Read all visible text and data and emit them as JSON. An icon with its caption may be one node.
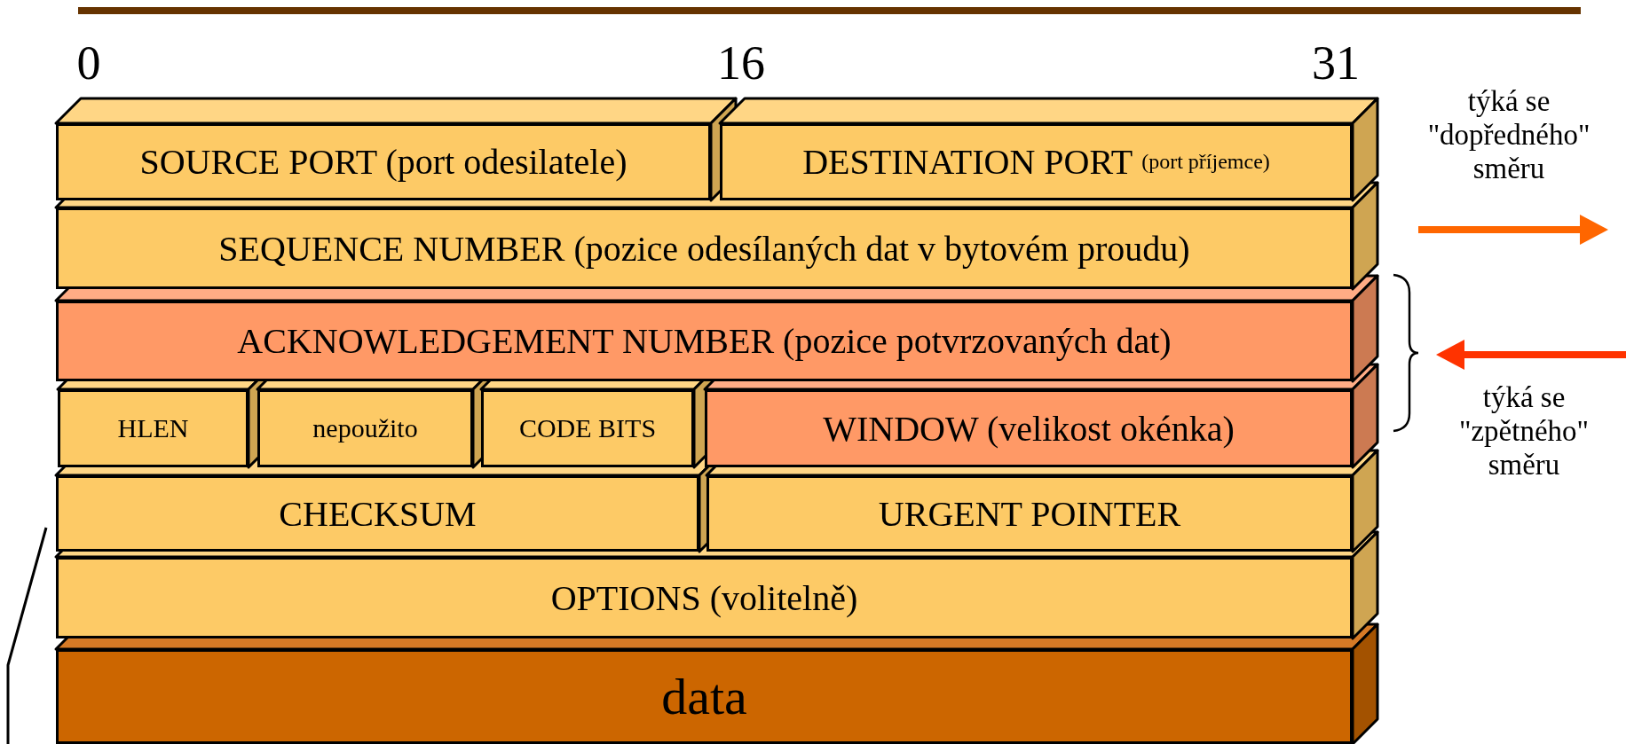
{
  "diagram": {
    "nodes": [
      {
        "text": [
          "SOURCE PORT (port odesilatele)"
        ]
      },
      {
        "text": [
          "DESTINATION PORT",
          "(port příjemce)"
        ]
      },
      {
        "text": [
          "SEQUENCE NUMBER (pozice odesílaných dat v bytovém proudu)"
        ]
      },
      {
        "text": [
          "ACKNOWLEDGEMENT NUMBER (pozice potvrzovaných dat)"
        ]
      },
      {
        "text": [
          "HLEN"
        ]
      },
      {
        "text": [
          "nepoužito"
        ]
      },
      {
        "text": [
          "CODE BITS"
        ]
      },
      {
        "text": [
          "WINDOW (velikost okénka)"
        ]
      },
      {
        "text": [
          "CHECKSUM"
        ]
      },
      {
        "text": [
          "URGENT POINTER"
        ]
      },
      {
        "text": [
          "OPTIONS (volitelně)"
        ]
      },
      {
        "text": [
          "data"
        ]
      }
    ],
    "labels": [
      "0",
      "16",
      "31",
      "týká se \"dopředného\" směru",
      "týká se \"zpětného\" směru"
    ]
  }
}
